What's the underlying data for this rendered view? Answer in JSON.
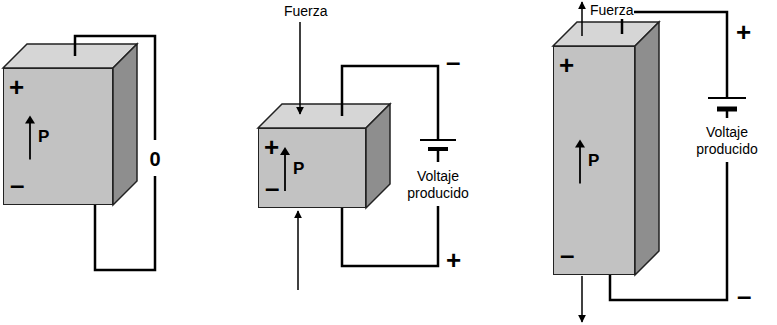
{
  "diagram": {
    "nodes": [
      {
        "text": [
          "+",
          "P",
          "–"
        ]
      },
      {
        "text": [
          "+",
          "P",
          "–"
        ]
      },
      {
        "text": [
          "+",
          "P",
          "–"
        ]
      }
    ],
    "labels": [
      "0",
      "Fuerza",
      "–",
      "Voltaje producido",
      "+",
      "Fuerza",
      "+",
      "Voltaje producido",
      "–"
    ]
  }
}
